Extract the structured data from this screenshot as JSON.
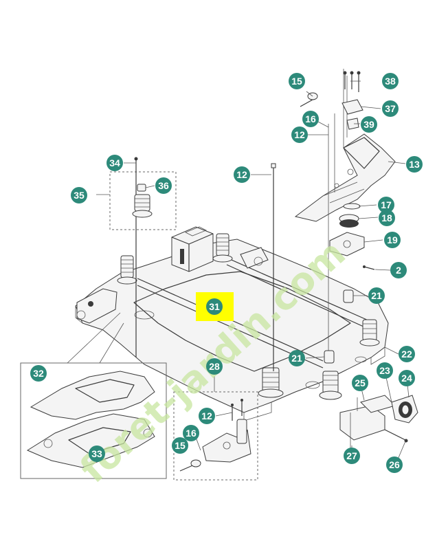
{
  "colors": {
    "callout_fill": "#2d8a7a",
    "callout_text": "#ffffff",
    "highlight": "#ffff00",
    "line": "#3a3a3a",
    "watermark_green": "#c8e6a0",
    "watermark_gray": "#cfc6b4",
    "watermark_orange": "#f3c79a"
  },
  "watermark": "foret-jardin.com",
  "callouts": [
    {
      "id": "c15a",
      "label": "15"
    },
    {
      "id": "c16a",
      "label": "16"
    },
    {
      "id": "c12a",
      "label": "12"
    },
    {
      "id": "c38",
      "label": "38"
    },
    {
      "id": "c37",
      "label": "37"
    },
    {
      "id": "c39",
      "label": "39"
    },
    {
      "id": "c13",
      "label": "13"
    },
    {
      "id": "c34",
      "label": "34"
    },
    {
      "id": "c36",
      "label": "36"
    },
    {
      "id": "c35",
      "label": "35"
    },
    {
      "id": "c12b",
      "label": "12"
    },
    {
      "id": "c17",
      "label": "17"
    },
    {
      "id": "c18",
      "label": "18"
    },
    {
      "id": "c19",
      "label": "19"
    },
    {
      "id": "c2",
      "label": "2"
    },
    {
      "id": "c21a",
      "label": "21"
    },
    {
      "id": "c31",
      "label": "31"
    },
    {
      "id": "c22",
      "label": "22"
    },
    {
      "id": "c21b",
      "label": "21"
    },
    {
      "id": "c23",
      "label": "23"
    },
    {
      "id": "c24",
      "label": "24"
    },
    {
      "id": "c25",
      "label": "25"
    },
    {
      "id": "c28",
      "label": "28"
    },
    {
      "id": "c32",
      "label": "32"
    },
    {
      "id": "c12c",
      "label": "12"
    },
    {
      "id": "c16b",
      "label": "16"
    },
    {
      "id": "c15b",
      "label": "15"
    },
    {
      "id": "c33",
      "label": "33"
    },
    {
      "id": "c27",
      "label": "27"
    },
    {
      "id": "c26",
      "label": "26"
    }
  ]
}
